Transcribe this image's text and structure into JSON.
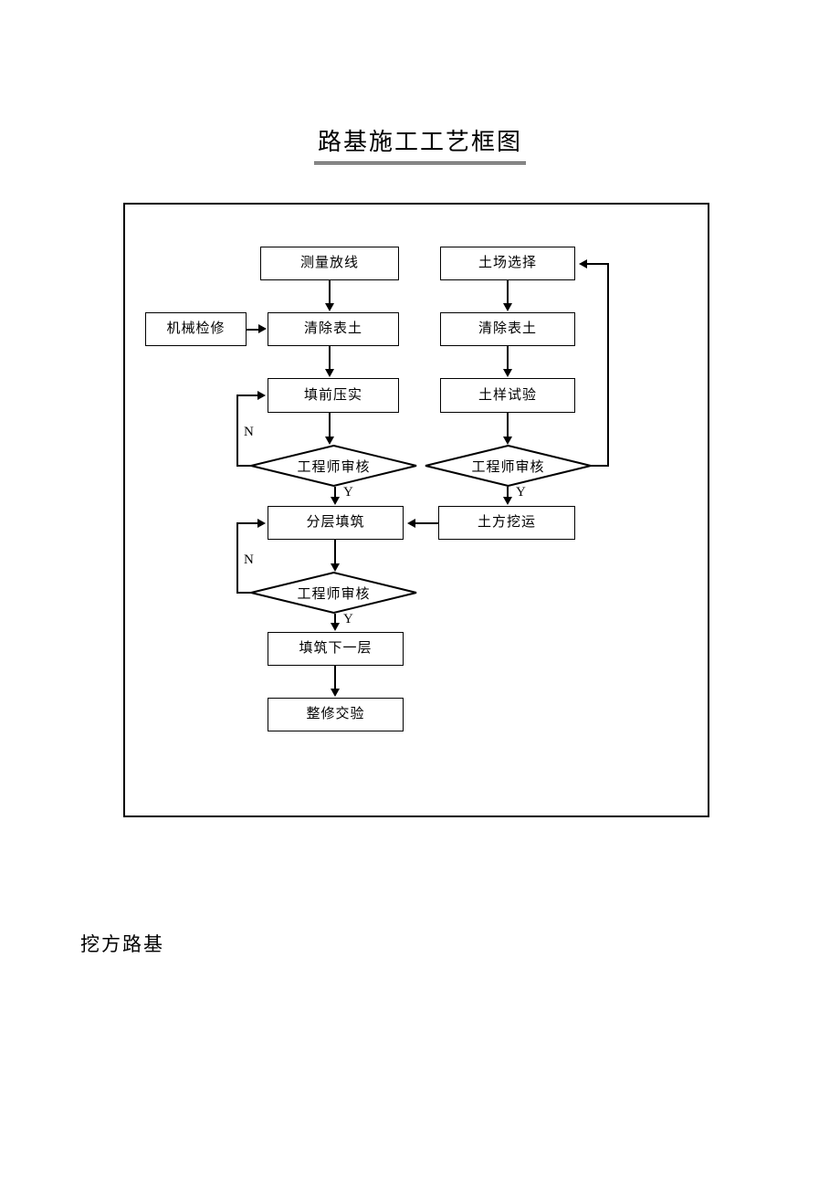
{
  "document": {
    "title": "路基施工工艺框图",
    "footer_caption": "挖方路基"
  },
  "flowchart": {
    "nodes": {
      "survey_setout": "测量放线",
      "borrow_pit_selection": "土场选择",
      "machinery_overhaul": "机械检修",
      "clear_topsoil_left": "清除表土",
      "clear_topsoil_right": "清除表土",
      "pre_fill_compaction": "填前压实",
      "soil_sample_test": "土样试验",
      "engineer_review_1": "工程师审核",
      "engineer_review_2": "工程师审核",
      "engineer_review_3": "工程师审核",
      "layered_filling": "分层填筑",
      "earth_excavation_haul": "土方挖运",
      "fill_next_layer": "填筑下一层",
      "finishing_handover": "整修交验"
    },
    "branch_labels": {
      "no_1": "N",
      "yes_1": "Y",
      "yes_2": "Y",
      "no_3": "N",
      "yes_3": "Y"
    },
    "colors": {
      "line": "#000000",
      "box_fill": "#ffffff",
      "frame": "#000000"
    }
  }
}
